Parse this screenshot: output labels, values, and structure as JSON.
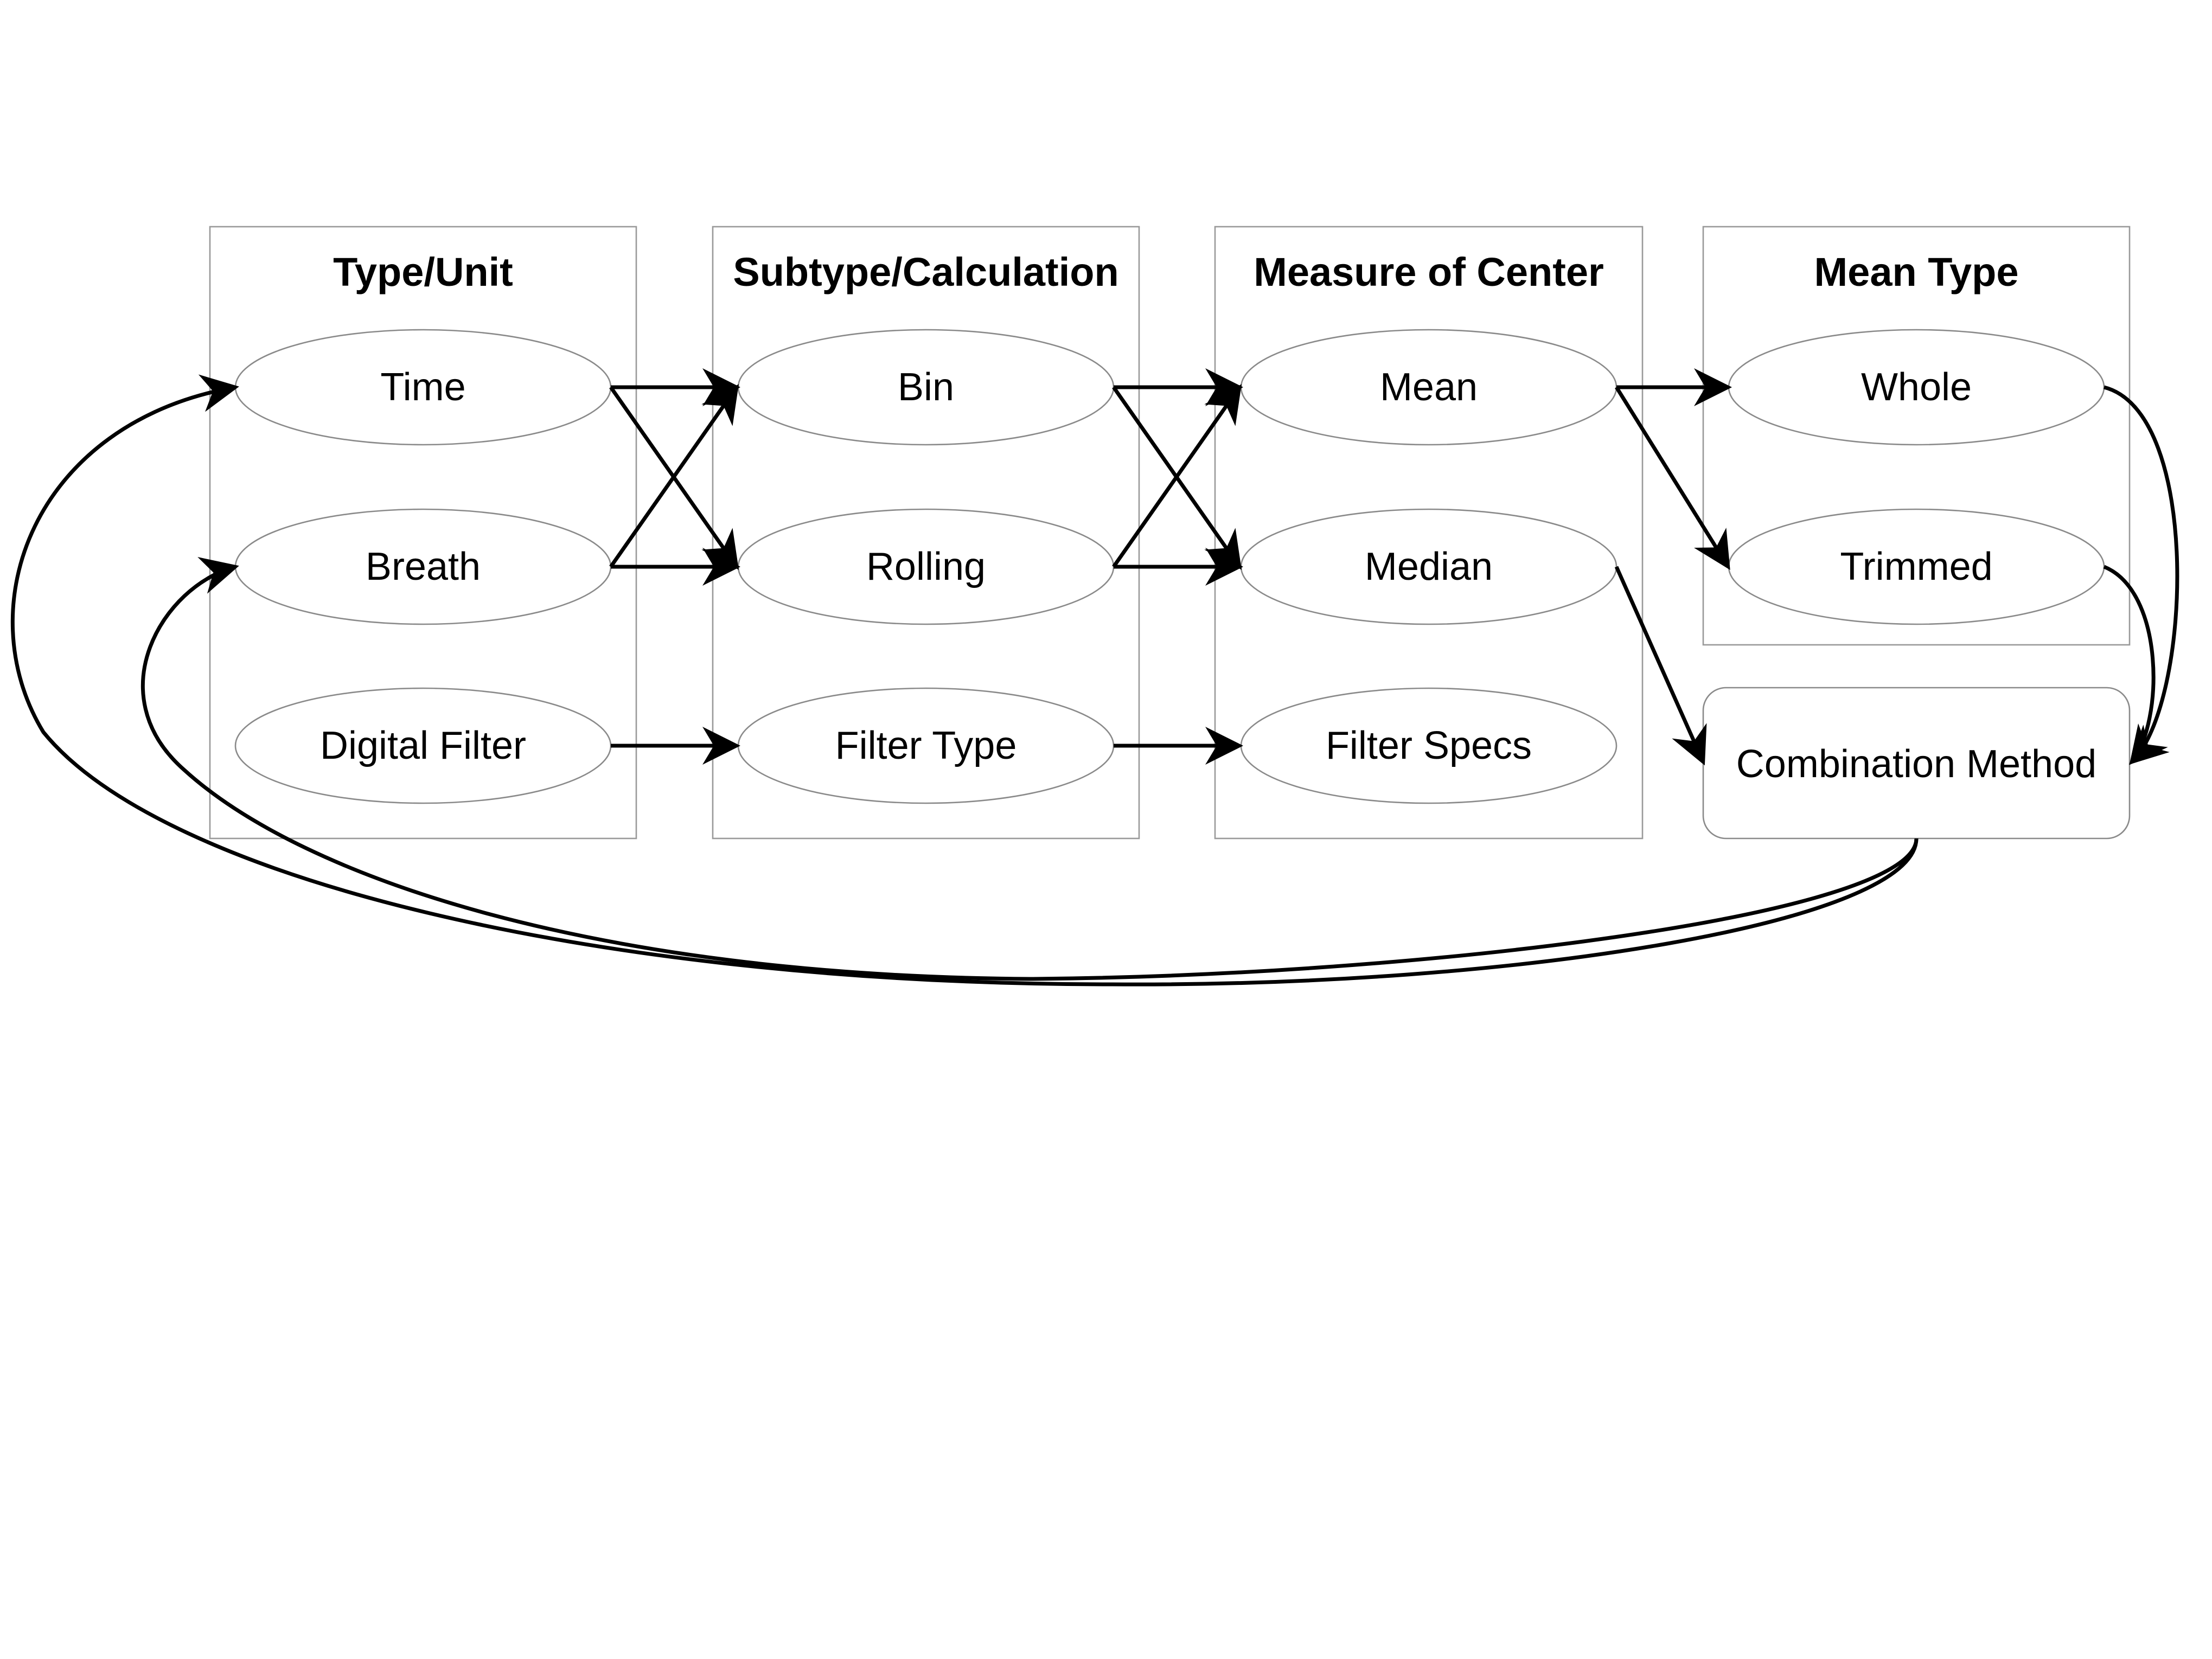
{
  "groups": [
    {
      "id": "type_unit",
      "title": "Type/Unit",
      "nodes": [
        {
          "id": "time",
          "label": "Time"
        },
        {
          "id": "breath",
          "label": "Breath"
        },
        {
          "id": "digital_filter",
          "label": "Digital Filter"
        }
      ]
    },
    {
      "id": "subtype_calc",
      "title": "Subtype/Calculation",
      "nodes": [
        {
          "id": "bin",
          "label": "Bin"
        },
        {
          "id": "rolling",
          "label": "Rolling"
        },
        {
          "id": "filter_type",
          "label": "Filter Type"
        }
      ]
    },
    {
      "id": "measure_center",
      "title": "Measure of Center",
      "nodes": [
        {
          "id": "mean",
          "label": "Mean"
        },
        {
          "id": "median",
          "label": "Median"
        },
        {
          "id": "filter_specs",
          "label": "Filter Specs"
        }
      ]
    },
    {
      "id": "mean_type",
      "title": "Mean Type",
      "nodes": [
        {
          "id": "whole",
          "label": "Whole"
        },
        {
          "id": "trimmed",
          "label": "Trimmed"
        }
      ]
    }
  ],
  "combination": {
    "id": "combination_method",
    "label": "Combination Method"
  },
  "edges": [
    {
      "from": "time",
      "to": "bin"
    },
    {
      "from": "time",
      "to": "rolling"
    },
    {
      "from": "breath",
      "to": "bin"
    },
    {
      "from": "breath",
      "to": "rolling"
    },
    {
      "from": "digital_filter",
      "to": "filter_type"
    },
    {
      "from": "bin",
      "to": "mean"
    },
    {
      "from": "bin",
      "to": "median"
    },
    {
      "from": "rolling",
      "to": "mean"
    },
    {
      "from": "rolling",
      "to": "median"
    },
    {
      "from": "filter_type",
      "to": "filter_specs"
    },
    {
      "from": "mean",
      "to": "whole"
    },
    {
      "from": "mean",
      "to": "trimmed"
    },
    {
      "from": "median",
      "to": "combination_method"
    },
    {
      "from": "whole",
      "to": "combination_method"
    },
    {
      "from": "trimmed",
      "to": "combination_method"
    },
    {
      "from": "combination_method",
      "to": "time"
    },
    {
      "from": "combination_method",
      "to": "breath"
    }
  ]
}
